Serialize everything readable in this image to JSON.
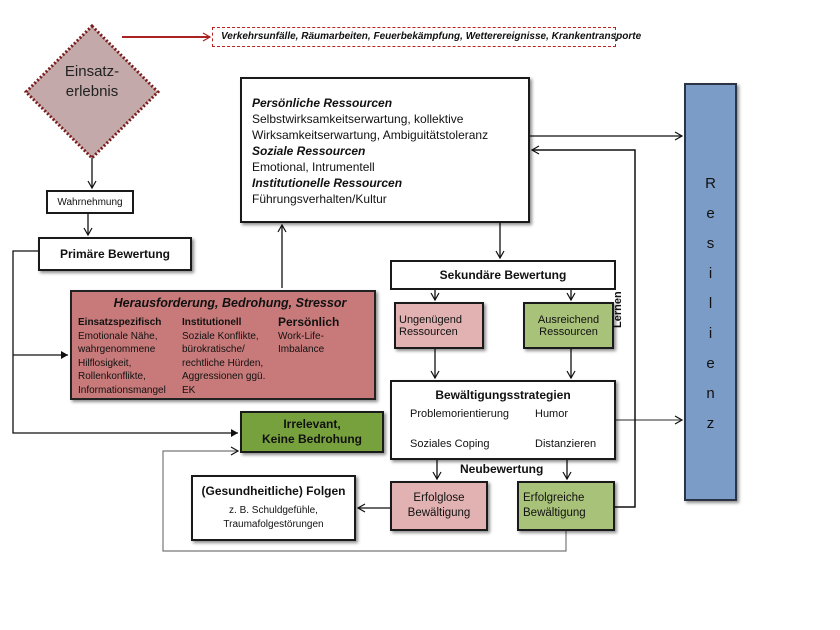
{
  "diagram": {
    "title_node": {
      "label_line1": "Einsatz-",
      "label_line2": "erlebnis",
      "fill": "#c3a9a9",
      "border": "#7a1c1c"
    },
    "examples": {
      "text": "Verkehrsunfälle, Räumarbeiten, Feuerbekämpfung, Wetterereignisse, Krankentransporte"
    },
    "wahrnehmung": {
      "label": "Wahrnehmung"
    },
    "primaere_bewertung": {
      "label": "Primäre Bewertung"
    },
    "resources": {
      "personal_title": "Persönliche Ressourcen",
      "personal_line1": "Selbstwirksamkeitserwartung, kollektive",
      "personal_line2": "Wirksamkeitserwartung, Ambiguitätstoleranz",
      "social_title": "Soziale Ressourcen",
      "social_text": "Emotional, Intrumentell",
      "institutional_title": "Institutionelle Ressourcen",
      "institutional_text": "Führungsverhalten/Kultur"
    },
    "stressor": {
      "title": "Herausforderung, Bedrohung, Stressor",
      "fill": "#c87a7a",
      "columns": [
        {
          "heading": "Einsatzspezifisch",
          "lines": [
            "Emotionale Nähe,",
            "wahrgenommene",
            "Hilflosigkeit,",
            "Rollenkonflikte,",
            "Informationsmangel"
          ]
        },
        {
          "heading": "Institutionell",
          "lines": [
            "Soziale Konflikte,",
            "bürokratische/",
            "rechtliche Hürden,",
            "Aggressionen ggü.",
            "EK"
          ]
        },
        {
          "heading": "Persönlich",
          "lines": [
            "Work-Life-",
            "Imbalance"
          ]
        }
      ]
    },
    "sekundaere_bewertung": {
      "label": "Sekundäre Bewertung"
    },
    "ungenuegend": {
      "line1": "Ungenügend",
      "line2": "Ressourcen",
      "fill": "#e2b2b2"
    },
    "ausreichend": {
      "line1": "Ausreichend",
      "line2": "Ressourcen",
      "fill": "#a9c27a"
    },
    "bewaeltigung": {
      "title": "Bewältigungsstrategien",
      "items": [
        "Problemorientierung",
        "Humor",
        "Soziales Coping",
        "Distanzieren"
      ]
    },
    "neubewertung": {
      "label": "Neubewertung"
    },
    "irrelevant": {
      "line1": "Irrelevant,",
      "line2": "Keine Bedrohung",
      "fill": "#77a13c"
    },
    "folgen": {
      "title": "(Gesundheitliche) Folgen",
      "line1": "z. B. Schuldgefühle,",
      "line2": "Traumafolgestörungen"
    },
    "erfolglos": {
      "line1": "Erfolglose",
      "line2": "Bewältigung",
      "fill": "#e2b2b2"
    },
    "erfolgreich": {
      "line1": "Erfolgreiche",
      "line2": "Bewältigung",
      "fill": "#a9c27a"
    },
    "lernen": {
      "label": "Lernen"
    },
    "resilienz": {
      "letters": [
        "R",
        "e",
        "s",
        "i",
        "l",
        "i",
        "e",
        "n",
        "z"
      ],
      "fill": "#7b9cc6"
    }
  }
}
